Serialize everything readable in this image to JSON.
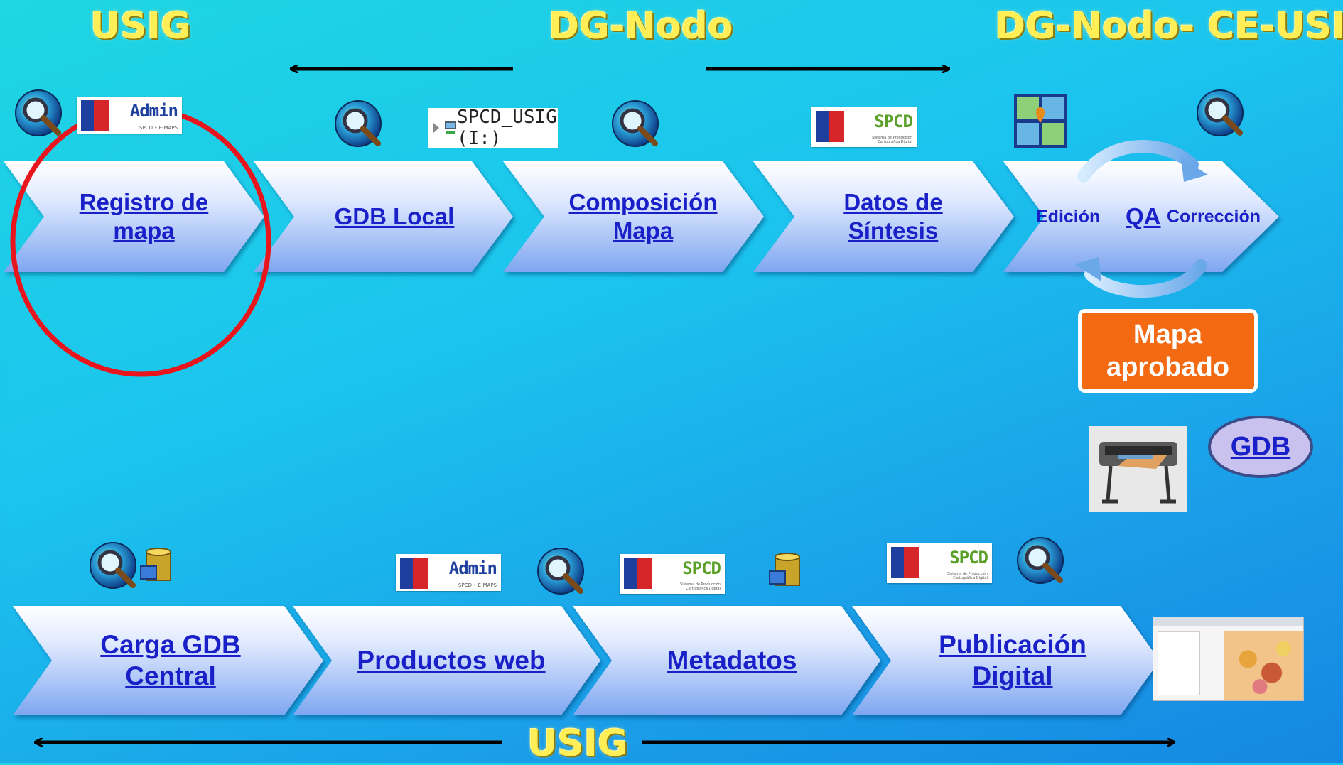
{
  "headers": {
    "top_left": "USIG",
    "top_center": "DG-Nodo",
    "top_right": "DG-Nodo- CE-USIG",
    "bottom_center": "USIG"
  },
  "row1": [
    {
      "lines": [
        "Registro de",
        "mapa"
      ]
    },
    {
      "lines": [
        "GDB Local"
      ]
    },
    {
      "lines": [
        "Composición",
        "Mapa"
      ]
    },
    {
      "lines": [
        "Datos de",
        "Síntesis"
      ]
    }
  ],
  "qa_step": {
    "edit": "Edición",
    "qa": "QA",
    "correction": "Corrección"
  },
  "approved": {
    "line1": "Mapa",
    "line2": "aprobado"
  },
  "gdb": "GDB",
  "row2": [
    {
      "lines": [
        "Carga GDB",
        "Central"
      ]
    },
    {
      "lines": [
        "Productos web"
      ]
    },
    {
      "lines": [
        "Metadatos"
      ]
    },
    {
      "lines": [
        "Publicación",
        "Digital"
      ]
    }
  ],
  "logos": {
    "admin_word": "Admin",
    "admin_sub": "SPCD • E-MAPS",
    "spcd_word": "SPCD",
    "spcd_sub": "Sistema de Producción Cartográfica Digital",
    "drive": "SPCD_USIG (I:)"
  },
  "colors": {
    "header_text": "#ffee55",
    "step_text": "#1a20c8",
    "chevron_light": "#eef4ff",
    "chevron_dark": "#7ea6f0",
    "highlight_circle": "#e8161c",
    "approved_bg": "#f36a12",
    "gdb_bg": "#c9c1ee"
  },
  "icons": [
    "globe-search-icon",
    "database-icon",
    "map-grid-icon",
    "plotter-printer-image",
    "web-map-screenshot"
  ]
}
